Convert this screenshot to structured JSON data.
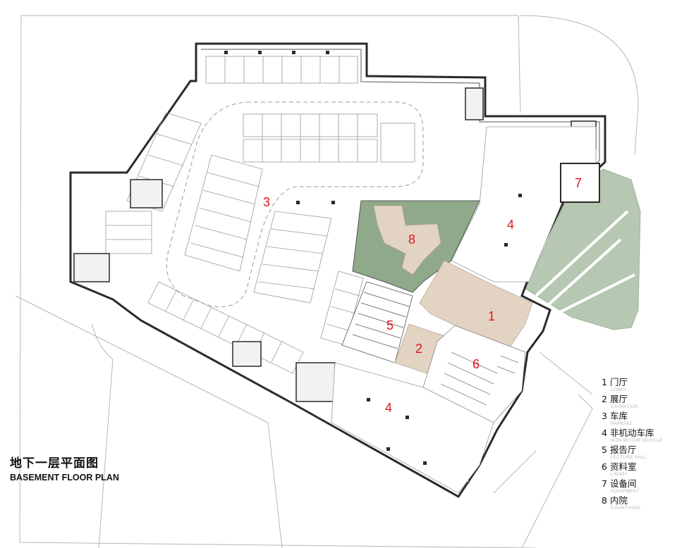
{
  "title": {
    "cn": "地下一层平面图",
    "en": "BASEMENT FLOOR PLAN"
  },
  "legend": [
    {
      "num": "1",
      "cn": "门厅",
      "en": "LOBBY"
    },
    {
      "num": "2",
      "cn": "展厅",
      "en": "EXHIBITION"
    },
    {
      "num": "3",
      "cn": "车库",
      "en": "PARKING"
    },
    {
      "num": "4",
      "cn": "非机动车库",
      "en": "NON-MOTOR VEHICLE"
    },
    {
      "num": "5",
      "cn": "报告厅",
      "en": "LECTURE HALL"
    },
    {
      "num": "6",
      "cn": "资料室",
      "en": "LIBARY"
    },
    {
      "num": "7",
      "cn": "设备间",
      "en": "EQUIPMENT"
    },
    {
      "num": "8",
      "cn": "内院",
      "en": "COURTYARD"
    }
  ],
  "room_labels": {
    "lobby": "1",
    "exhibition": "2",
    "parking": "3",
    "bike_north": "4",
    "bike_south": "4",
    "lecture": "5",
    "library": "6",
    "equipment": "7",
    "courtyard": "8"
  },
  "colors": {
    "wall": "#2a2a2a",
    "line": "#9a9a9a",
    "wood": "#e3d3c3",
    "green": "#8fa98a",
    "landscape": "#b7c8b2",
    "label": "#e0141a"
  }
}
